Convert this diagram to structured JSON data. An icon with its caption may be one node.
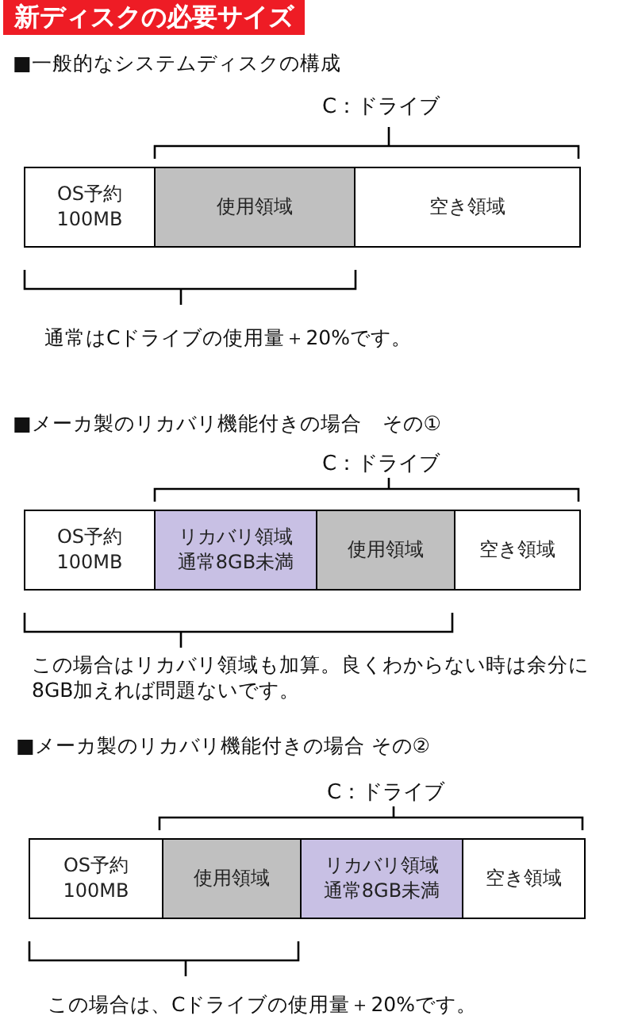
{
  "diagram": {
    "title": "新ディスクの必要サイズ",
    "nodes": [
      {
        "text": [
          "OS予約",
          "100MB"
        ]
      },
      {
        "text": [
          "使用領域"
        ]
      },
      {
        "text": [
          "空き領域"
        ]
      },
      {
        "text": [
          "OS予約",
          "100MB"
        ]
      },
      {
        "text": [
          "リカバリ領域",
          "通常8GB未満"
        ]
      },
      {
        "text": [
          "使用領域"
        ]
      },
      {
        "text": [
          "空き領域"
        ]
      },
      {
        "text": [
          "OS予約",
          "100MB"
        ]
      },
      {
        "text": [
          "使用領域"
        ]
      },
      {
        "text": [
          "リカバリ領域",
          "通常8GB未満"
        ]
      },
      {
        "text": [
          "空き領域"
        ]
      }
    ],
    "labels": [
      "■一般的なシステムディスクの構成",
      "C：ドライブ",
      "通常はCドライブの使用量＋20%です。",
      "■メーカ製のリカバリ機能付きの場合　その①",
      "C：ドライブ",
      "この場合はリカバリ領域も加算。良くわからない時は余分に8GB加えれば問題ないです。",
      "■メーカ製のリカバリ機能付きの場合 その②",
      "C：ドライブ",
      "この場合は、Cドライブの使用量＋20%です。"
    ]
  }
}
